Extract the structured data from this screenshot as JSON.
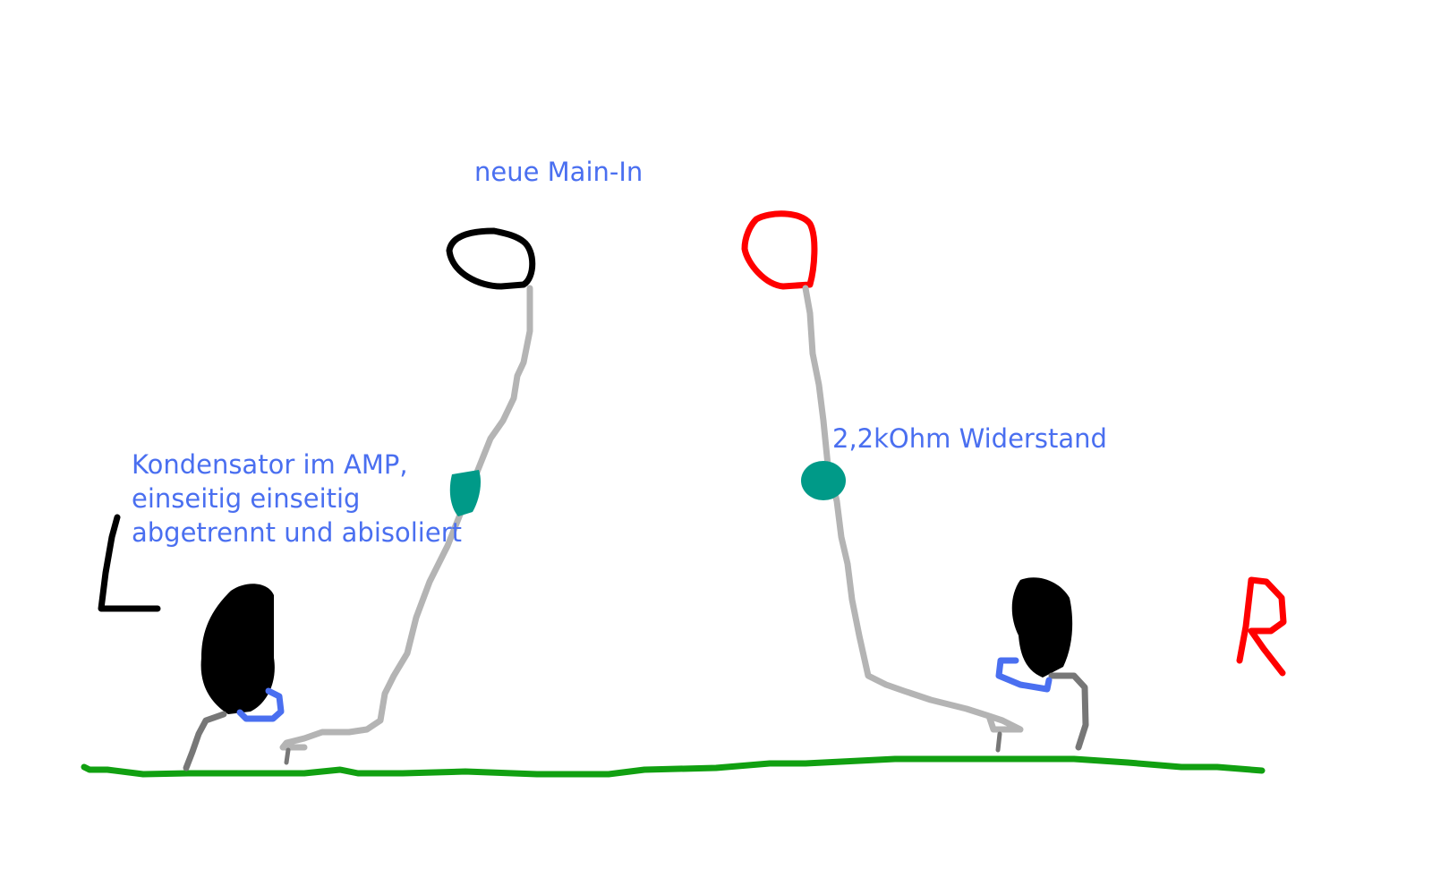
{
  "labels": {
    "main_in": "neue Main-In",
    "capacitor": [
      "Kondensator im AMP,",
      "einseitig einseitig",
      "abgetrennt und abisoliert"
    ],
    "resistor": "2,2kOhm Widerstand",
    "left_channel": "L",
    "right_channel": "R"
  },
  "colors": {
    "text": "#4a6ff0",
    "ground": "#11a011",
    "wire": "#b4b4b4",
    "component": "#009a88",
    "left_connector": "#000000",
    "right_connector": "#ff0000"
  }
}
